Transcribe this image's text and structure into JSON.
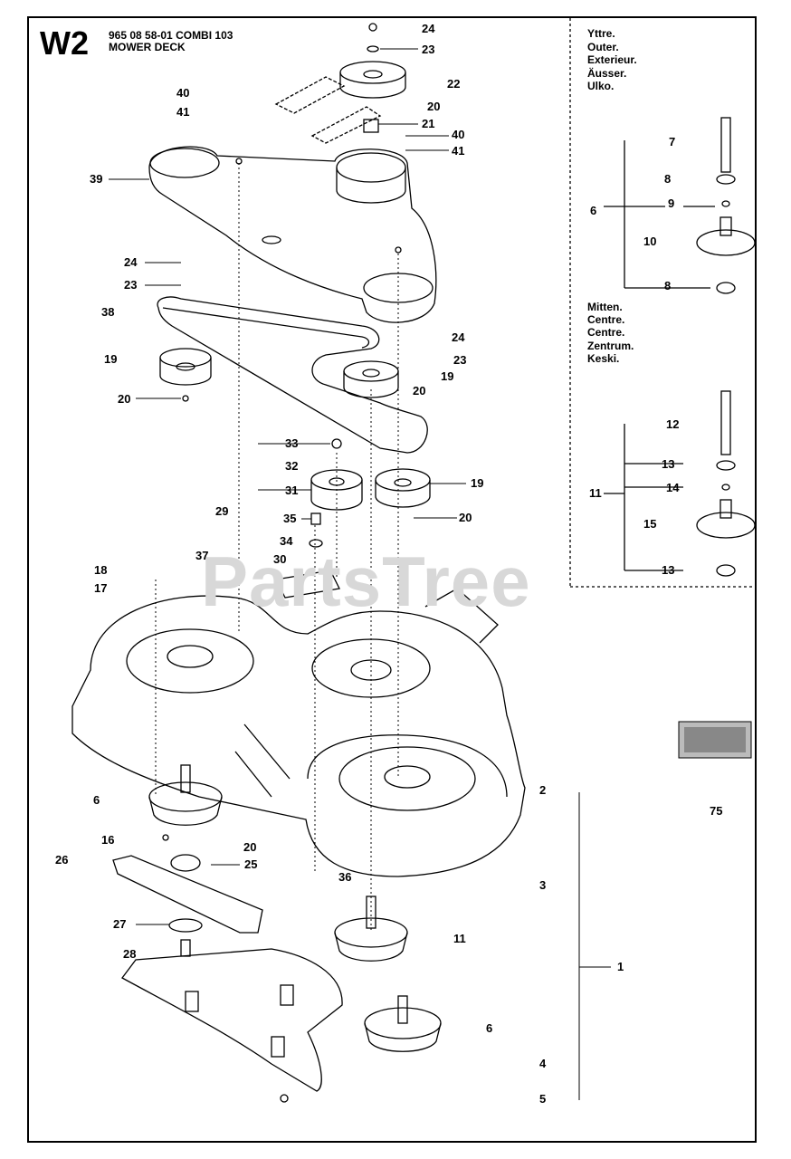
{
  "header": {
    "section_code": "W2",
    "part_line": "965 08 58-01 COMBI 103",
    "title": "MOWER DECK"
  },
  "watermark": "PartsTree",
  "outer_group": {
    "labels": [
      "Yttre.",
      "Outer.",
      "Exterieur.",
      "Äusser.",
      "Ulko."
    ]
  },
  "center_group": {
    "labels": [
      "Mitten.",
      "Centre.",
      "Centre.",
      "Zentrum.",
      "Keski."
    ]
  },
  "callouts": [
    "24",
    "23",
    "22",
    "40",
    "41",
    "20",
    "21",
    "40",
    "41",
    "39",
    "24",
    "23",
    "38",
    "19",
    "24",
    "23",
    "20",
    "19",
    "20",
    "33",
    "32",
    "31",
    "19",
    "29",
    "35",
    "20",
    "34",
    "37",
    "30",
    "18",
    "17",
    "6",
    "16",
    "20",
    "25",
    "26",
    "36",
    "27",
    "11",
    "28",
    "6",
    "2",
    "3",
    "4",
    "5",
    "1",
    "75",
    "7",
    "8",
    "9",
    "6",
    "10",
    "8",
    "12",
    "13",
    "14",
    "11",
    "15",
    "13"
  ]
}
